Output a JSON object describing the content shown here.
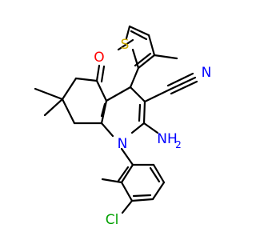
{
  "colors": {
    "bond": "#000000",
    "carbon": "#000000",
    "nitrogen": "#0000ff",
    "oxygen": "#ff0000",
    "sulfur": "#ccaa00",
    "chlorine": "#00a000",
    "background": "#ffffff"
  },
  "atoms": {
    "S": "S",
    "O": "O",
    "N_nitrile": "N",
    "NH2": "NH",
    "NH2_sub": "2",
    "N_ring": "N",
    "Cl": "Cl"
  }
}
